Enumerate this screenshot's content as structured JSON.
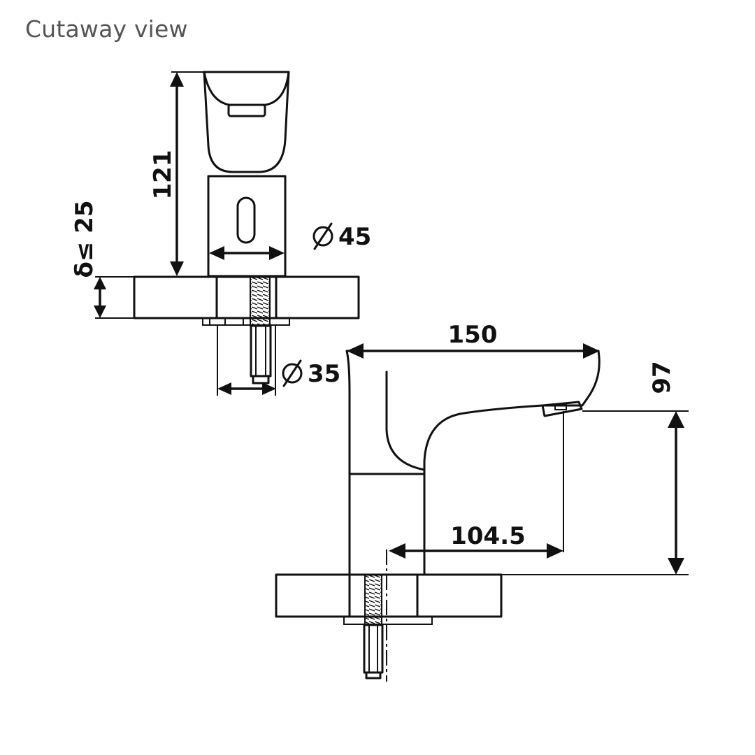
{
  "caption": "Cutaway view",
  "dimensions": {
    "front_height": "121",
    "deck_thickness": "δ≤ 25",
    "body_diameter": "45",
    "shank_diameter": "35",
    "spout_length": "150",
    "side_height": "97",
    "reach": "104.5"
  },
  "icons": {
    "diameter": "diameter-symbol"
  }
}
